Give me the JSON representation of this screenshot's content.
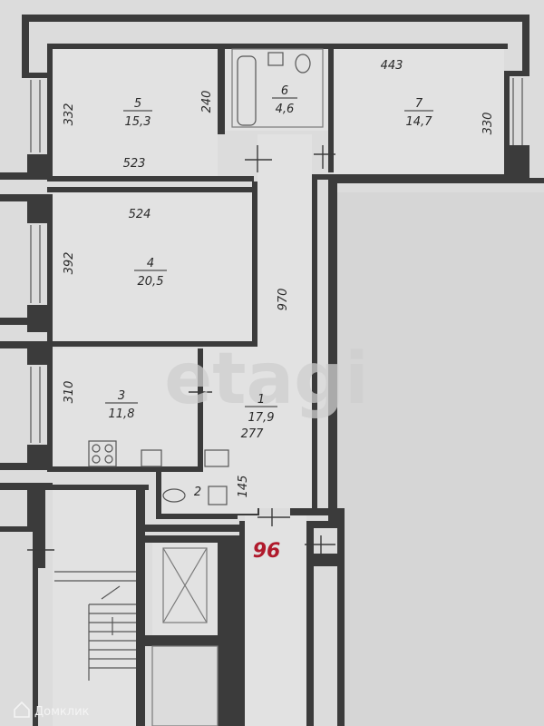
{
  "rooms": [
    {
      "id": "room-5",
      "number": "5",
      "area": "15,3"
    },
    {
      "id": "room-6",
      "number": "6",
      "area": "4,6"
    },
    {
      "id": "room-7",
      "number": "7",
      "area": "14,7"
    },
    {
      "id": "room-4",
      "number": "4",
      "area": "20,5"
    },
    {
      "id": "room-3",
      "number": "3",
      "area": "11,8"
    },
    {
      "id": "room-1",
      "number": "1",
      "area": "17,9"
    },
    {
      "id": "room-2",
      "number": "2",
      "area": ""
    }
  ],
  "dimensions": {
    "d332": "332",
    "d240": "240",
    "d523": "523",
    "d443": "443",
    "d330": "330",
    "d524": "524",
    "d392": "392",
    "d970": "970",
    "d310": "310",
    "d277": "277",
    "d145": "145"
  },
  "apartment_number": "96",
  "watermark": "etagi",
  "branding": "Домклик"
}
